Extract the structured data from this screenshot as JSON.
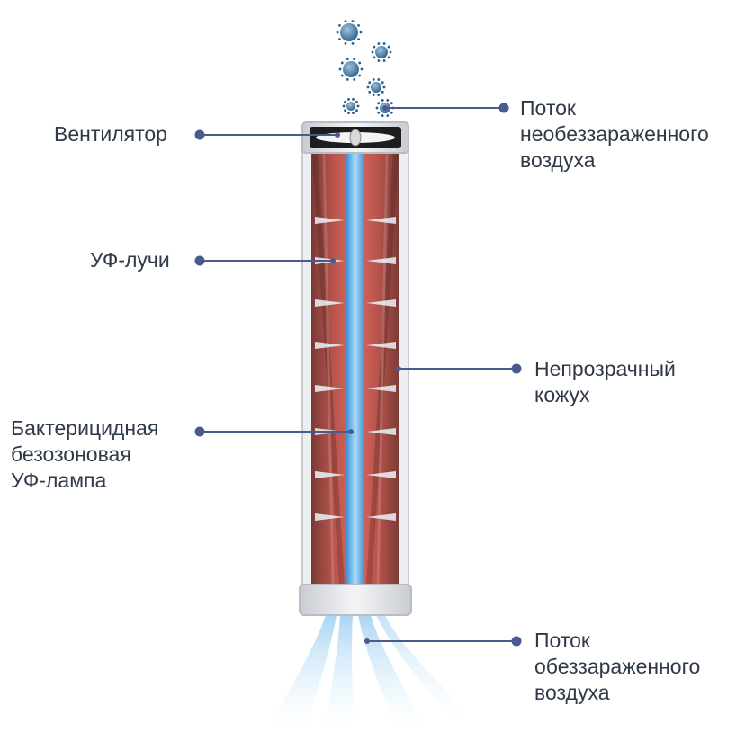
{
  "labels": {
    "fan": "Вентилятор",
    "uv_rays": "УФ-лучи",
    "lamp": [
      "Бактерицидная",
      "безозоновая",
      "УФ-лампа"
    ],
    "unclean_flow": [
      "Поток",
      "необеззараженного",
      "воздуха"
    ],
    "casing": [
      "Непрозрачный",
      "кожух"
    ],
    "clean_flow": [
      "Поток",
      "обеззараженного",
      "воздуха"
    ]
  },
  "colors": {
    "leader": "#4a5a8c",
    "lamp": "#5db1e8",
    "casing_red": "#c0524a",
    "text": "#2f3947"
  }
}
